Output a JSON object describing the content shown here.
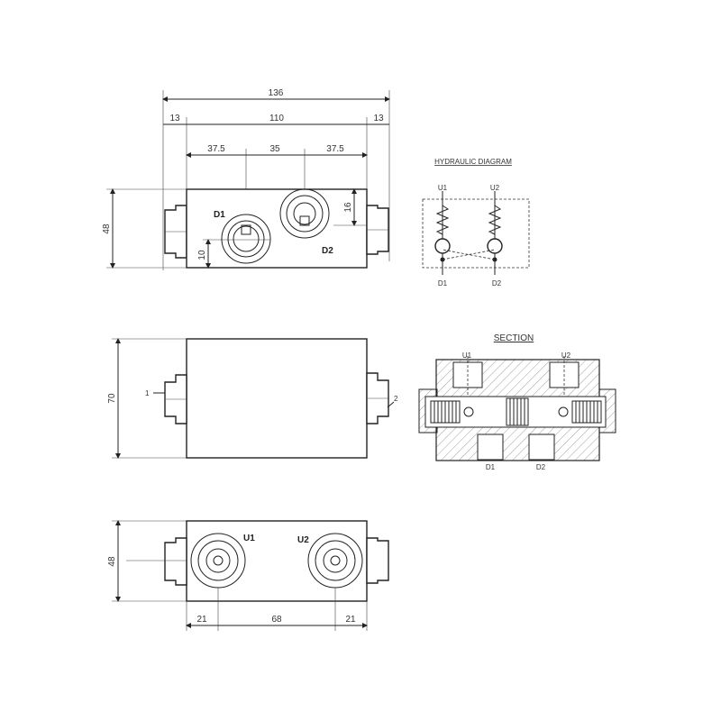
{
  "top_view": {
    "dims": {
      "overall": "136",
      "left_fitting": "13",
      "body": "110",
      "right_fitting": "13",
      "left_port": "37.5",
      "port_spacing": "35",
      "right_port": "37.5",
      "height": "48",
      "d2_offset": "16",
      "d1_offset": "10"
    },
    "ports": {
      "d1": "D1",
      "d2": "D2"
    }
  },
  "side_view": {
    "height": "70",
    "port_1": "1",
    "port_2": "2"
  },
  "bottom_view": {
    "dims": {
      "height": "48",
      "left": "21",
      "spacing": "68",
      "right": "21"
    },
    "ports": {
      "u1": "U1",
      "u2": "U2"
    }
  },
  "hydraulic_diagram": {
    "title": "HYDRAULIC DIAGRAM",
    "u1": "U1",
    "u2": "U2",
    "d1": "D1",
    "d2": "D2"
  },
  "section": {
    "title": "SECTION",
    "u1": "U1",
    "u2": "U2",
    "d1": "D1",
    "d2": "D2"
  }
}
